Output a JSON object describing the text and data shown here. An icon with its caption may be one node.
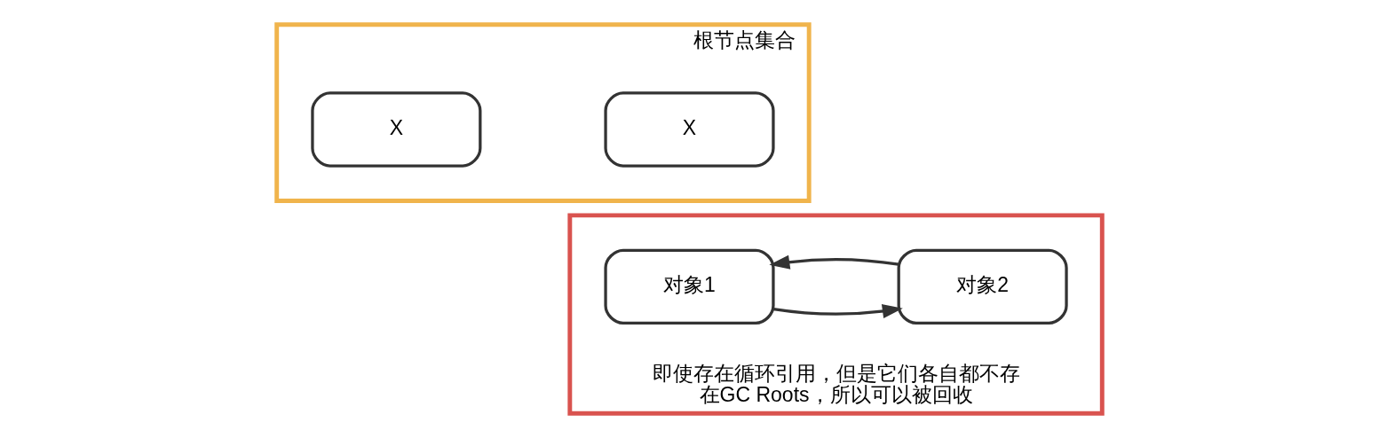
{
  "diagram": {
    "nodes": [
      {
        "text": [
          "根节点集合"
        ]
      },
      {
        "text": [
          "X"
        ],
        "in": 0
      },
      {
        "text": [
          "X"
        ],
        "in": 0
      },
      {
        "text": [
          "即使存在循环引用，但是它们各自都不存在GC Roots，所以可以被回收"
        ]
      },
      {
        "text": [
          "对象1"
        ],
        "in": 3
      },
      {
        "text": [
          "对象2"
        ],
        "in": 3
      }
    ],
    "edges": [
      {
        "from": 4,
        "to": 5,
        "arrow": "to"
      },
      {
        "from": 5,
        "to": 4,
        "arrow": "to"
      }
    ]
  }
}
